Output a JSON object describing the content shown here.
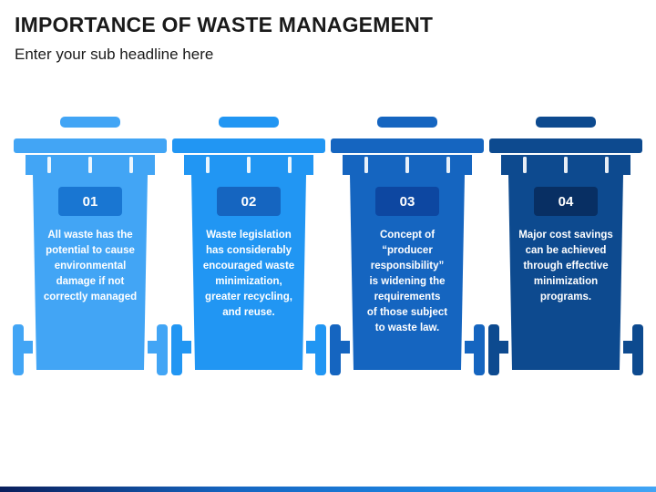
{
  "title": "IMPORTANCE OF WASTE MANAGEMENT",
  "subtitle": "Enter your sub headline here",
  "bins": [
    {
      "number": "01",
      "color": "#42a5f5",
      "badge_color": "#1976d2",
      "lines": [
        "All waste has the",
        "potential to cause",
        "environmental",
        "damage if not",
        "correctly managed"
      ]
    },
    {
      "number": "02",
      "color": "#2196f3",
      "badge_color": "#1565c0",
      "lines": [
        "Waste legislation",
        "has considerably",
        "encouraged waste",
        "minimization,",
        "greater recycling,",
        "and reuse."
      ]
    },
    {
      "number": "03",
      "color": "#1565c0",
      "badge_color": "#0d47a1",
      "lines": [
        "Concept of",
        "“producer",
        "responsibility”",
        "is widening the",
        "requirements",
        "of those subject",
        "to waste law."
      ]
    },
    {
      "number": "04",
      "color": "#0d4a8f",
      "badge_color": "#082f63",
      "lines": [
        "Major cost savings",
        "can be achieved",
        "through effective",
        "minimization",
        "programs."
      ]
    }
  ]
}
